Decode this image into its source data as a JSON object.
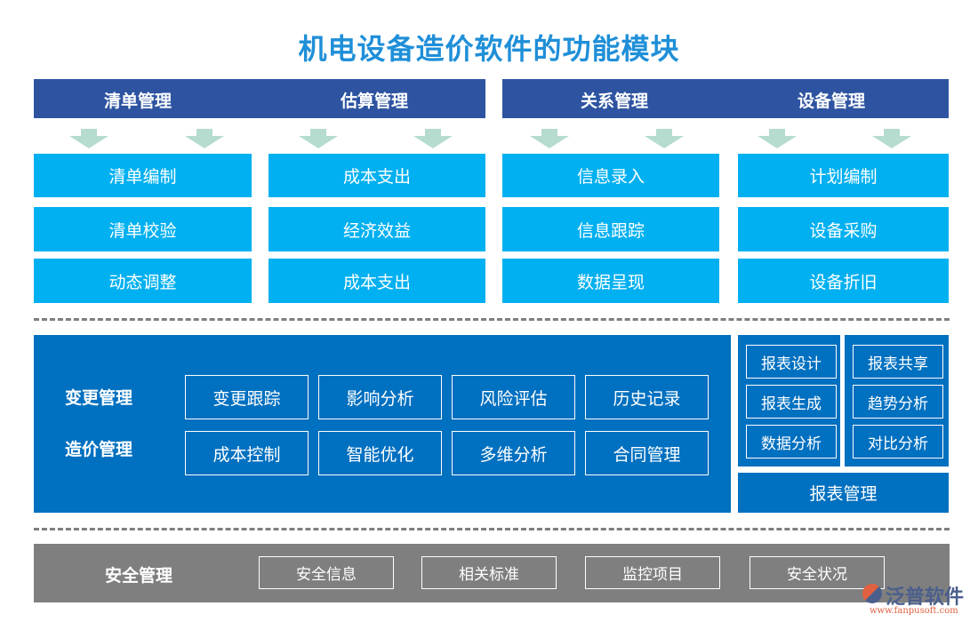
{
  "title": "机电设备造价软件的功能模块",
  "top_groups": [
    {
      "label": "清单管理",
      "items": [
        "清单编制",
        "清单校验",
        "动态调整"
      ]
    },
    {
      "label": "估算管理",
      "items": [
        "成本支出",
        "经济效益",
        "成本支出"
      ]
    },
    {
      "label": "关系管理",
      "items": [
        "信息录入",
        "信息跟踪",
        "数据呈现"
      ]
    },
    {
      "label": "设备管理",
      "items": [
        "计划编制",
        "设备采购",
        "设备折旧"
      ]
    }
  ],
  "middle": {
    "rows": [
      {
        "label": "变更管理",
        "items": [
          "变更跟踪",
          "影响分析",
          "风险评估",
          "历史记录"
        ]
      },
      {
        "label": "造价管理",
        "items": [
          "成本控制",
          "智能优化",
          "多维分析",
          "合同管理"
        ]
      }
    ],
    "report": {
      "label": "报表管理",
      "left": [
        "报表设计",
        "报表生成",
        "数据分析"
      ],
      "right": [
        "报表共享",
        "趋势分析",
        "对比分析"
      ]
    }
  },
  "security": {
    "label": "安全管理",
    "items": [
      "安全信息",
      "相关标准",
      "监控项目",
      "安全状况"
    ]
  },
  "logo": {
    "name": "泛普软件",
    "url": "www.fanpusoft.com"
  },
  "colors": {
    "header": "#2e54a1",
    "box": "#00b0f0",
    "middle": "#0070c0",
    "security": "#7f7f7f",
    "arrow": "#b5dccf",
    "title": "#1f8fd8"
  }
}
